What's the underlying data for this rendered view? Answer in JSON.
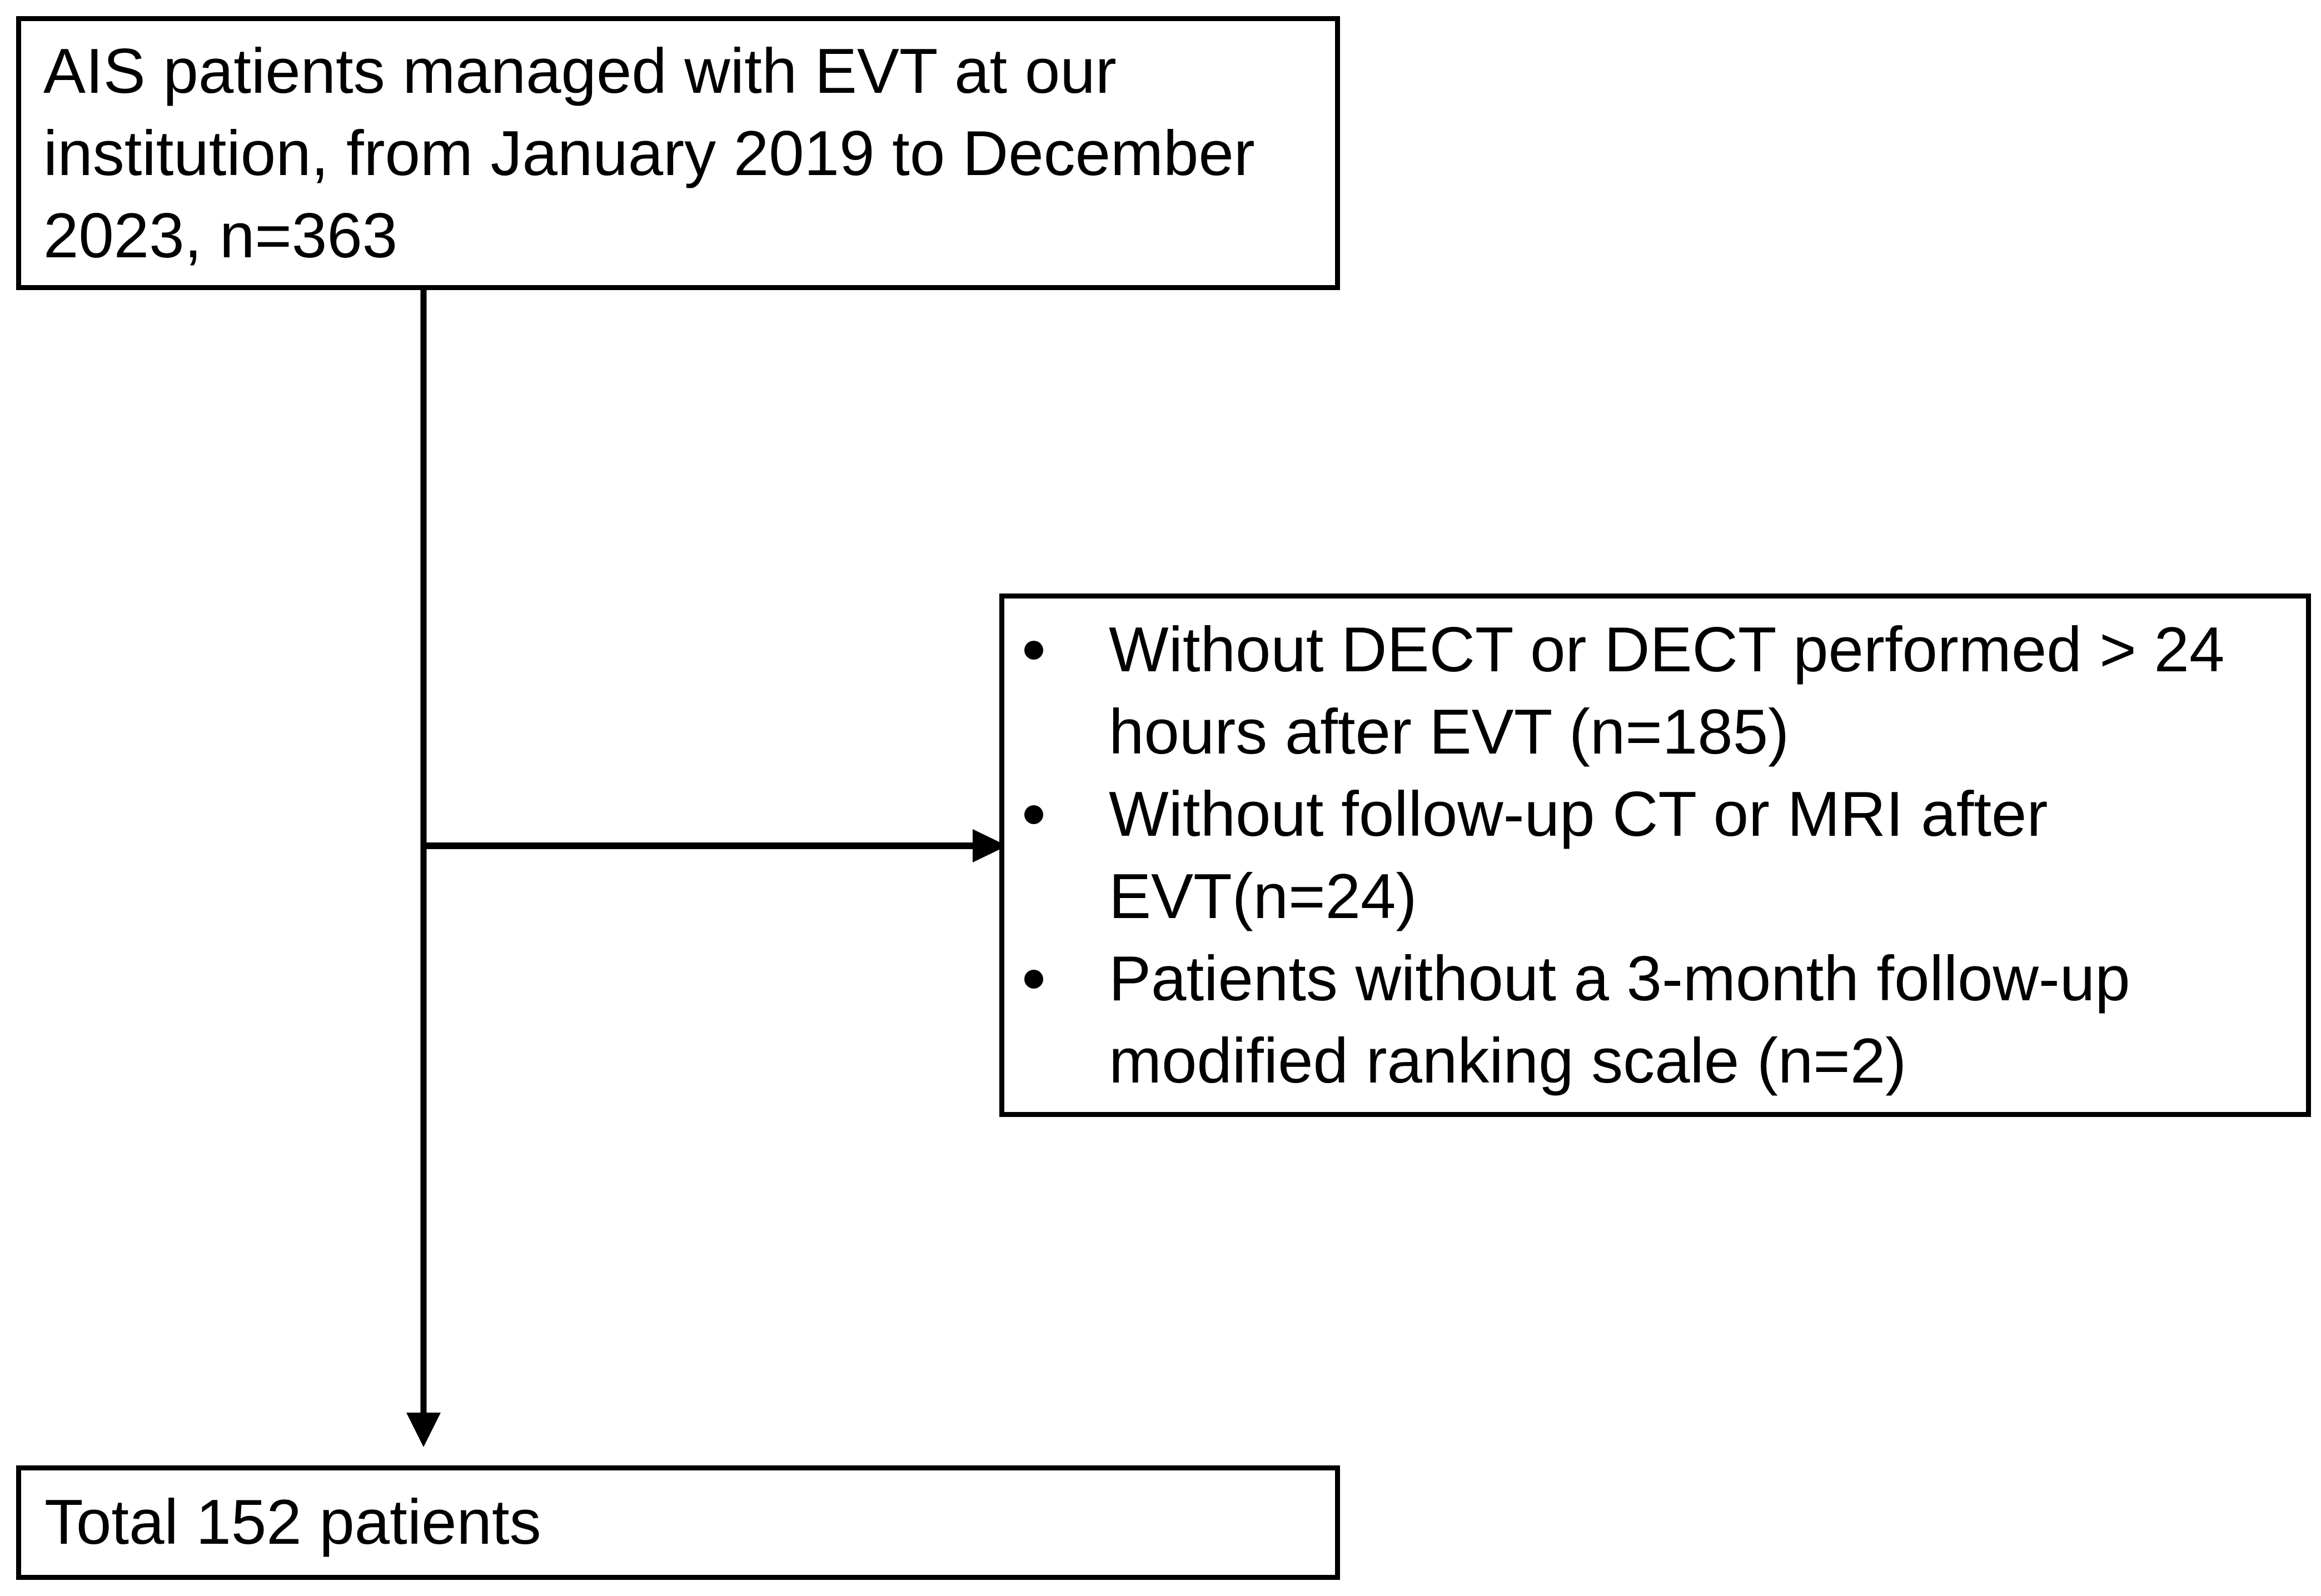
{
  "diagram": {
    "colors": {
      "box_border": "#000000",
      "text": "#000000",
      "arrow": "#000000",
      "background": "#ffffff"
    },
    "top_box": {
      "text": "AIS patients managed with EVT at our institution, from January 2019 to December 2023, n=363"
    },
    "exclusion_box": {
      "items": [
        "Without DECT or DECT performed > 24 hours after EVT (n=185)",
        "Without follow-up CT or MRI after EVT(n=24)",
        "Patients without a 3-month follow-up modified ranking scale (n=2)"
      ]
    },
    "bottom_box": {
      "text": "Total 152 patients"
    }
  }
}
